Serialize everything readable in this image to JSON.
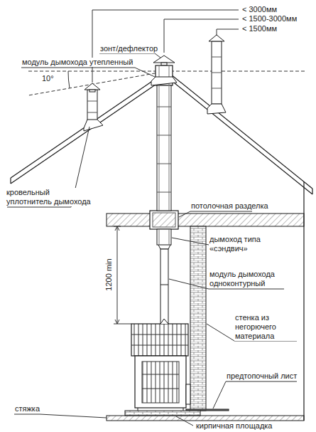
{
  "diagram": {
    "labels": [
      "< 3000мм",
      "< 1500-3000мм",
      "< 1500мм",
      "зонт/дефлектор",
      "модуль дымохода утепленный",
      "10°",
      "кровельный уплотнитель дымохода",
      "потолочная разделка",
      "дымоход типа «сэндвич»",
      "модуль дымохода одноконтурный",
      "1200 min",
      "стенка из негорючего материала",
      "предтопочный лист",
      "стяжка",
      "кирпичная площадка"
    ]
  }
}
